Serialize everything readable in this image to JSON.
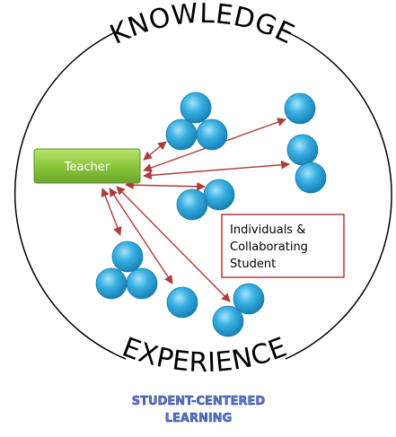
{
  "diagram": {
    "top_label": "KNOWLEDGE",
    "bottom_label": "EXPERIENCE",
    "teacher_label": "Teacher",
    "students_box": {
      "line1": "Individuals &",
      "line2": "Collaborating",
      "line3": "Student"
    },
    "footer": {
      "line1": "STUDENT-CENTERED",
      "line2": "LEARNING"
    }
  },
  "colors": {
    "teacher_fill": "#8cc63e",
    "student_fill": "#3ab0e2",
    "arrow": "#b23a3a",
    "box_border": "#b03a3a",
    "footer": "#5a75c9"
  }
}
